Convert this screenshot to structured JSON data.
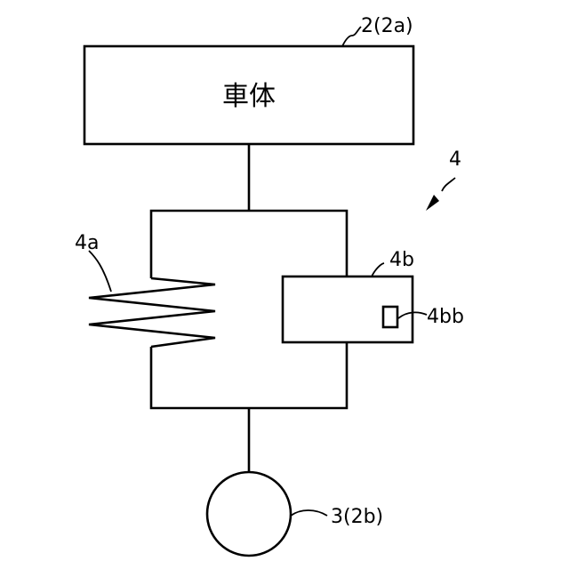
{
  "diagram": {
    "vehicle_body": {
      "text": "車体",
      "ref": "2(2a)"
    },
    "suspension_ref": "4",
    "spring_ref": "4a",
    "damper_ref": "4b",
    "sensor_ref": "4bb",
    "wheel_ref": "3(2b)"
  },
  "colors": {
    "line": "#000000",
    "background": "#ffffff"
  }
}
